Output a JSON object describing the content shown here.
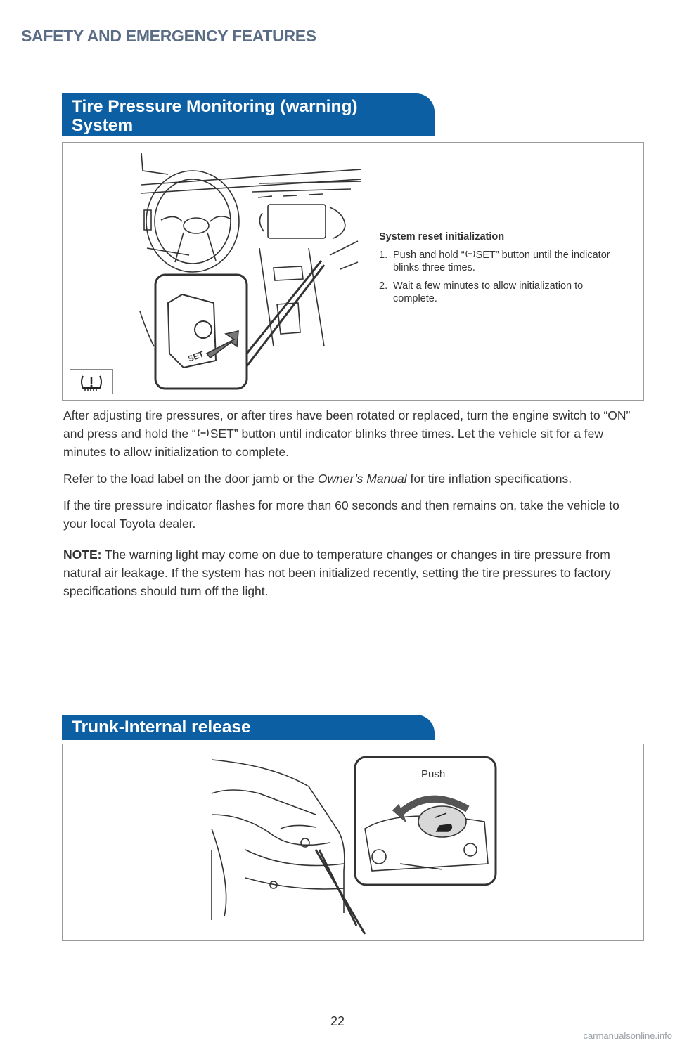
{
  "header": {
    "section_title": "SAFETY AND EMERGENCY FEATURES"
  },
  "tpms": {
    "title_line1": "Tire Pressure Monitoring (warning)",
    "title_line2": "System",
    "reset": {
      "title": "System reset initialization",
      "steps": [
        {
          "num": "1.",
          "text_before": "Push and hold “",
          "text_after": "SET” button until the indicator blinks three times."
        },
        {
          "num": "2.",
          "text": "Wait a few minutes to allow initialization to complete."
        }
      ]
    },
    "button_label": "SET",
    "paragraph1_before": "After adjusting tire pressures, or after tires have been rotated or replaced, turn the engine switch to “ON” and press and hold the “",
    "paragraph1_after": "SET” button until indicator blinks three times. Let the vehicle sit for a few minutes to allow initialization to complete.",
    "paragraph2_before": "Refer to the load label on the door jamb or the ",
    "paragraph2_em": "Owner’s Manual",
    "paragraph2_after": " for tire inflation specifications.",
    "paragraph3": "If the tire pressure indicator flashes for more than 60 seconds and then remains on, take the vehicle to your local Toyota dealer.",
    "note_label": "NOTE:",
    "note_text": " The warning light may come on due to temperature changes or changes in tire pressure from natural air leakage. If the system has not been initialized recently, setting the tire pressures to factory specifications should turn off the light."
  },
  "trunk": {
    "title": "Trunk-Internal release",
    "push_label": "Push"
  },
  "footer": {
    "page_number": "22",
    "watermark": "carmanualsonline.info"
  }
}
